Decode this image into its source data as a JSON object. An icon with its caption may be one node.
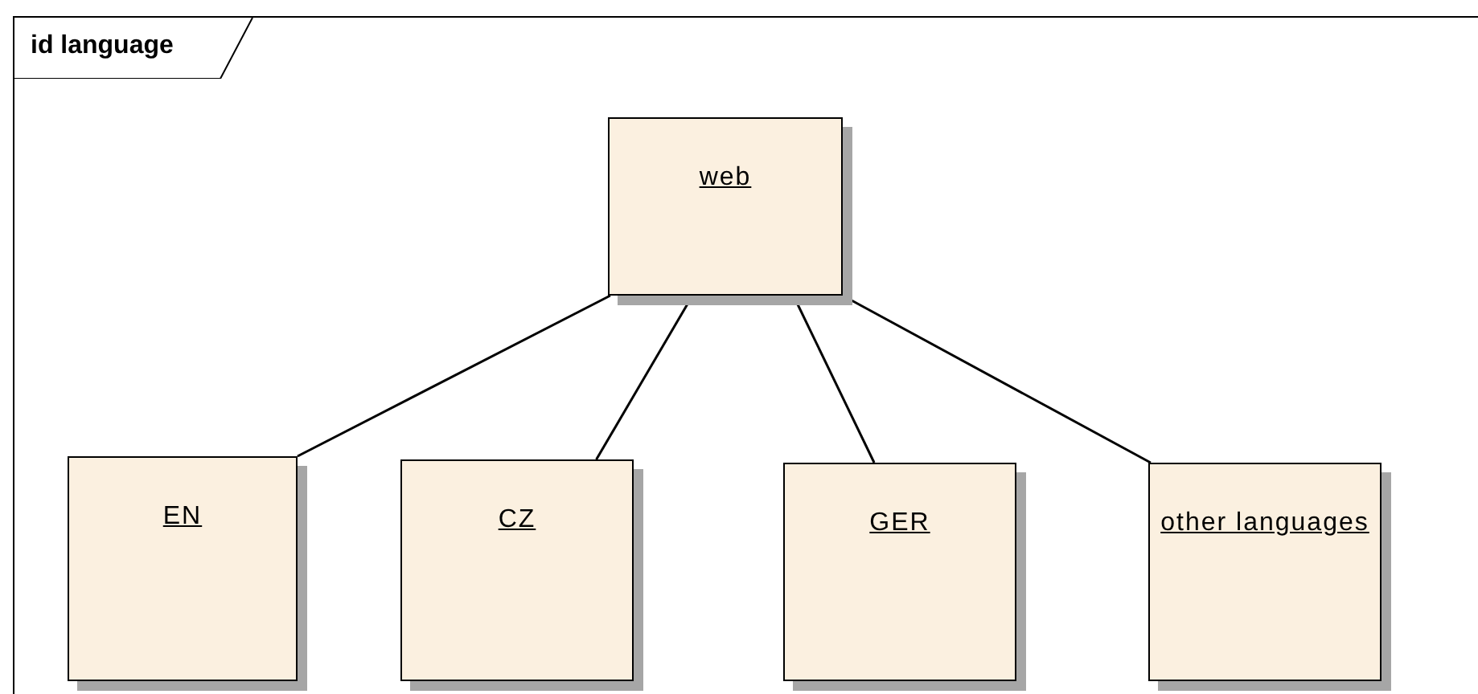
{
  "diagram": {
    "nodes": [
      {
        "text": [
          "id language"
        ]
      },
      {
        "text": [
          "web"
        ],
        "in": 0
      },
      {
        "text": [
          "EN"
        ],
        "in": 0
      },
      {
        "text": [
          "CZ"
        ],
        "in": 0
      },
      {
        "text": [
          "GER"
        ],
        "in": 0
      },
      {
        "text": [
          "other languages"
        ],
        "in": 0
      }
    ],
    "edges": [
      {
        "from": 1,
        "to": 2,
        "arrow": "none"
      },
      {
        "from": 1,
        "to": 3,
        "arrow": "none"
      },
      {
        "from": 1,
        "to": 4,
        "arrow": "none"
      },
      {
        "from": 1,
        "to": 5,
        "arrow": "none"
      }
    ]
  }
}
